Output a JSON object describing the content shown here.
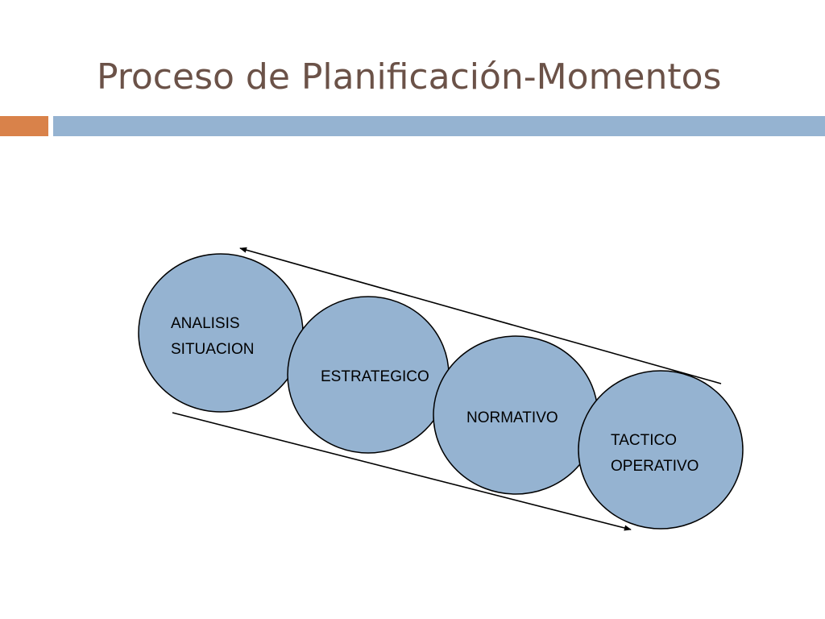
{
  "title": "Proceso de Planificación-Momentos",
  "colors": {
    "title": "#6b5248",
    "accent_bar": "#d9824a",
    "main_bar": "#95b3d1",
    "circle_fill": "#95b3d1",
    "circle_stroke": "#000000",
    "arrow": "#000000",
    "label_text": "#000000"
  },
  "diagram": {
    "moments": [
      {
        "line1": "ANALISIS",
        "line2": "SITUACION"
      },
      {
        "line1": "ESTRATEGICO",
        "line2": ""
      },
      {
        "line1": "NORMATIVO",
        "line2": ""
      },
      {
        "line1": "TACTICO",
        "line2": "OPERATIVO"
      }
    ],
    "arrows": [
      {
        "name": "upper-arrow",
        "direction": "backward"
      },
      {
        "name": "lower-arrow",
        "direction": "forward"
      }
    ]
  }
}
